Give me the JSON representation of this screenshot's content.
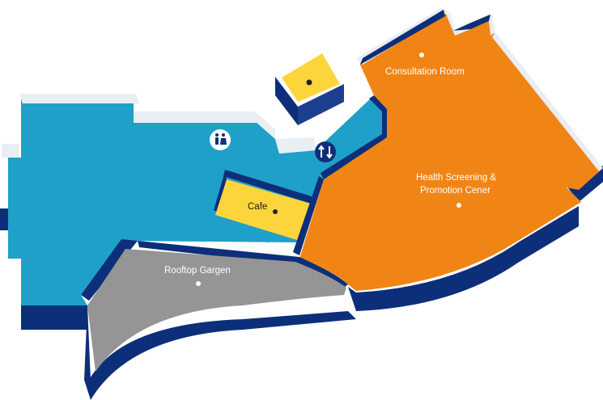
{
  "map": {
    "zones": {
      "consultation": {
        "label": "Consultation Room",
        "color": "#f08516"
      },
      "health": {
        "label_line1": "Health Screening &",
        "label_line2": "Promotion Cener",
        "color": "#f08516"
      },
      "cafe": {
        "label": "Cafe",
        "color": "#fcd53c"
      },
      "rooftop": {
        "label": "Rooftop Gargen",
        "color": "#959595"
      },
      "lobby": {
        "color": "#1fa0c8"
      },
      "room_small": {
        "color": "#fcd53c"
      }
    },
    "icons": {
      "restroom": "restroom-icon",
      "elevator": "elevator-icon"
    },
    "colors": {
      "wall_dark": "#0d2f7a",
      "wall_top": "#ffffff"
    }
  }
}
